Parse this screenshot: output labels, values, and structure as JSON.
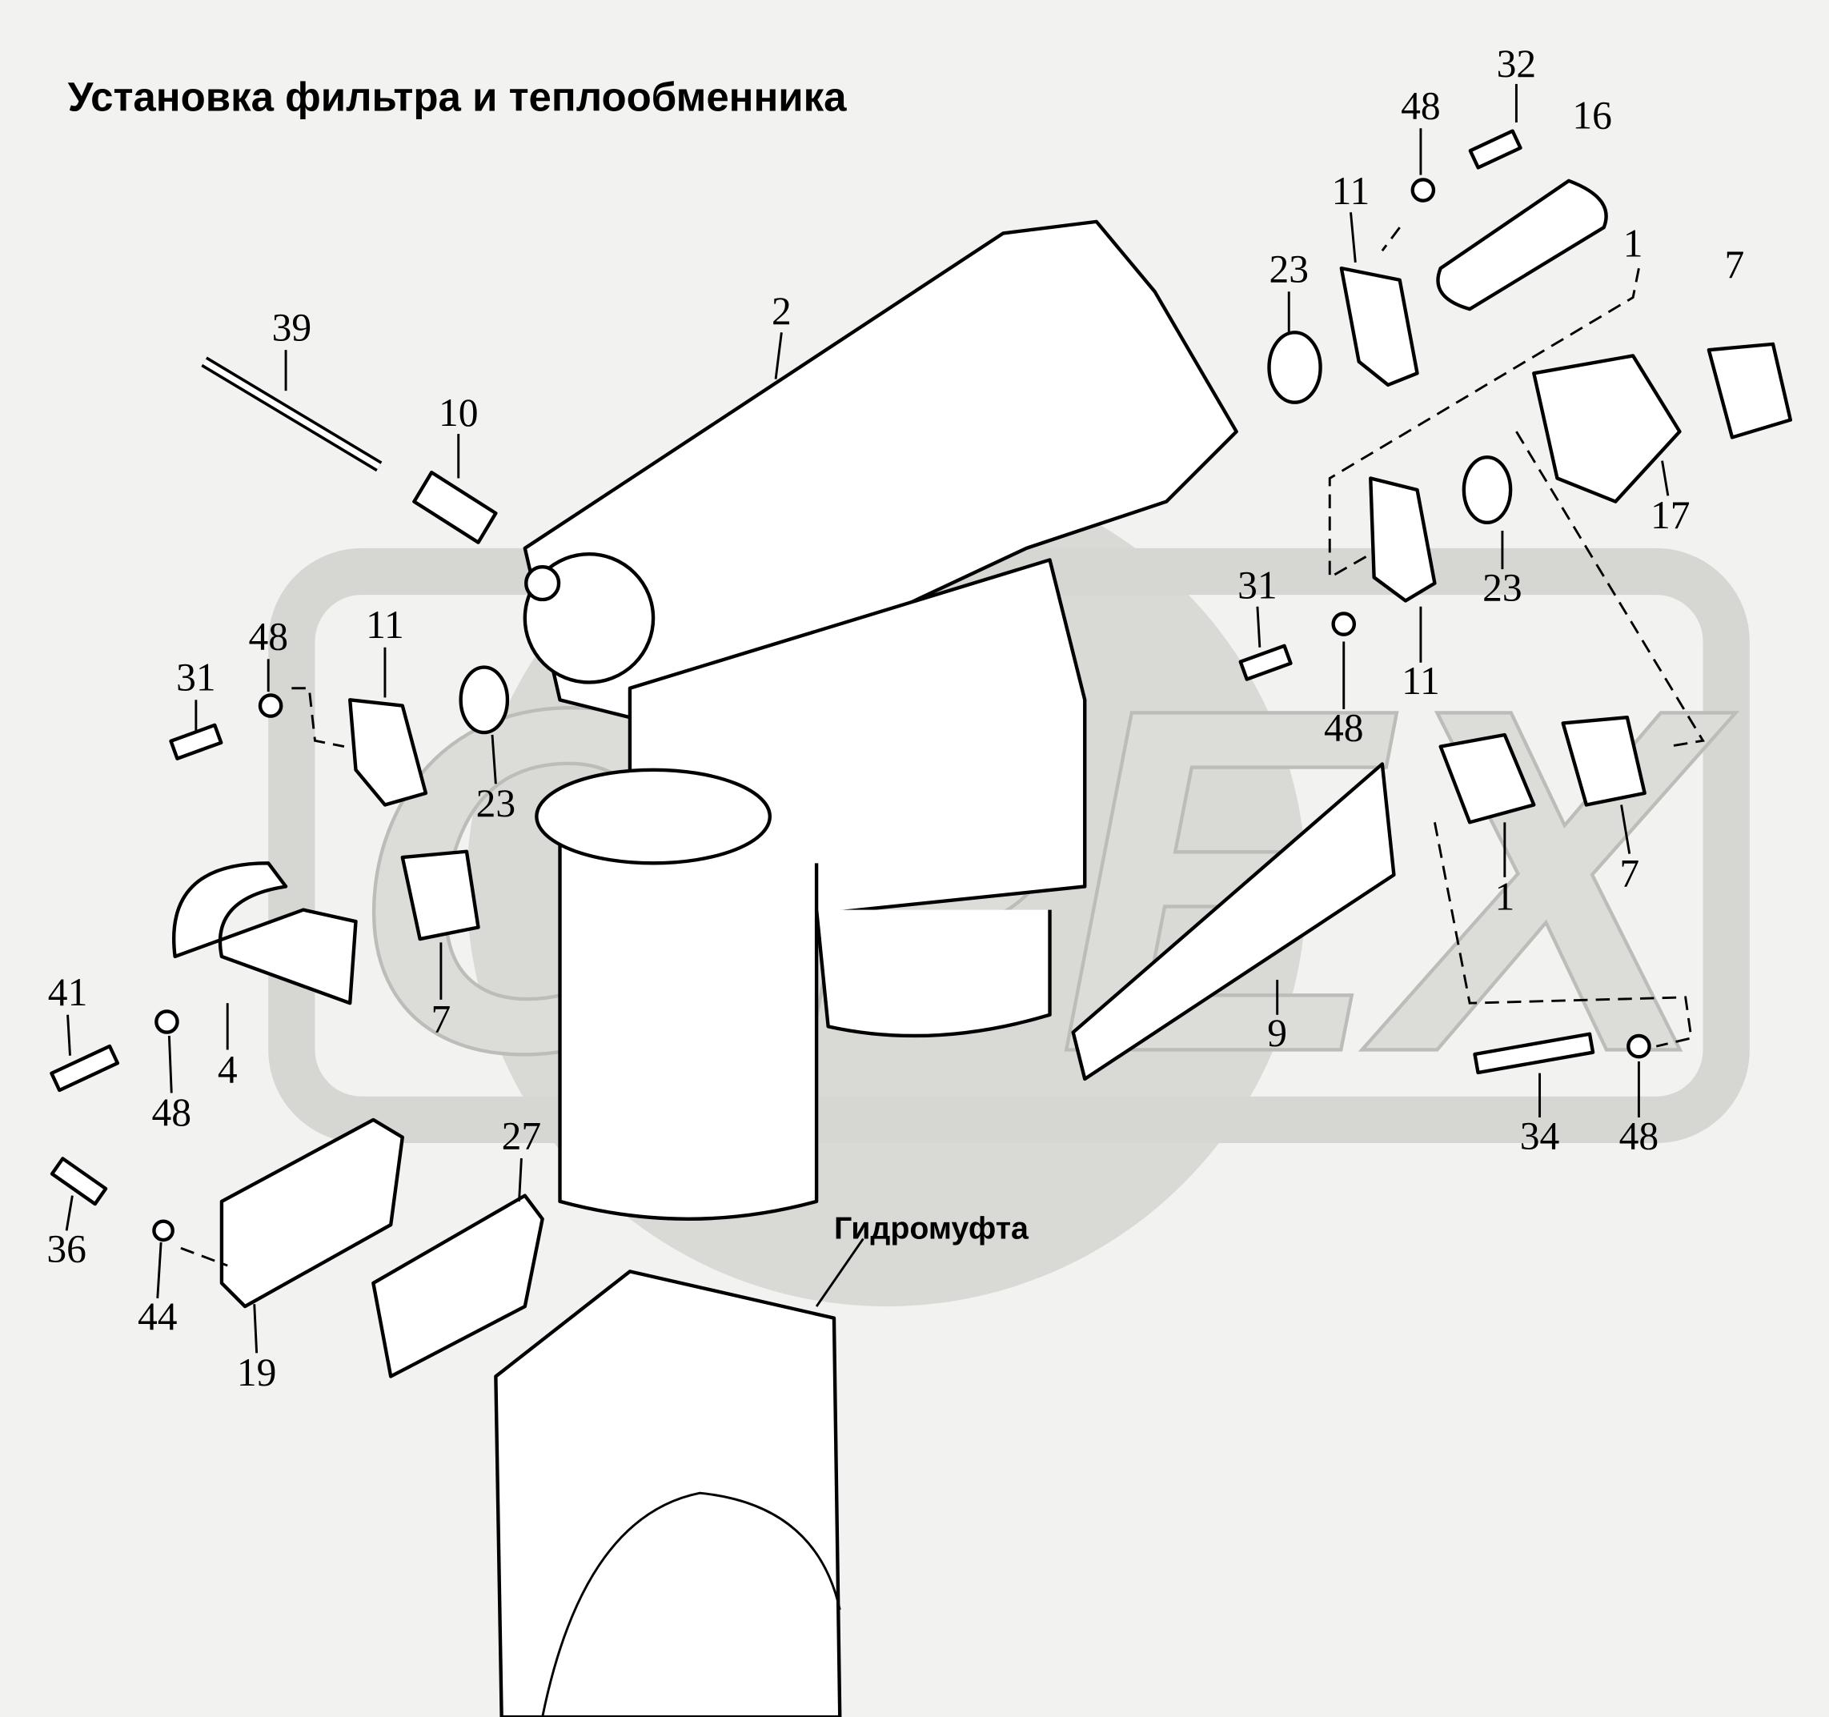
{
  "title": "Установка фильтра и теплообменника",
  "note": "Гидромуфта",
  "watermark": "OPEX",
  "callouts": [
    "32",
    "48",
    "16",
    "11",
    "23",
    "1",
    "7",
    "2",
    "39",
    "10",
    "17",
    "23",
    "31",
    "11",
    "48",
    "48",
    "11",
    "31",
    "23",
    "1",
    "7",
    "41",
    "7",
    "4",
    "48",
    "9",
    "34",
    "48",
    "27",
    "36",
    "44",
    "19"
  ]
}
